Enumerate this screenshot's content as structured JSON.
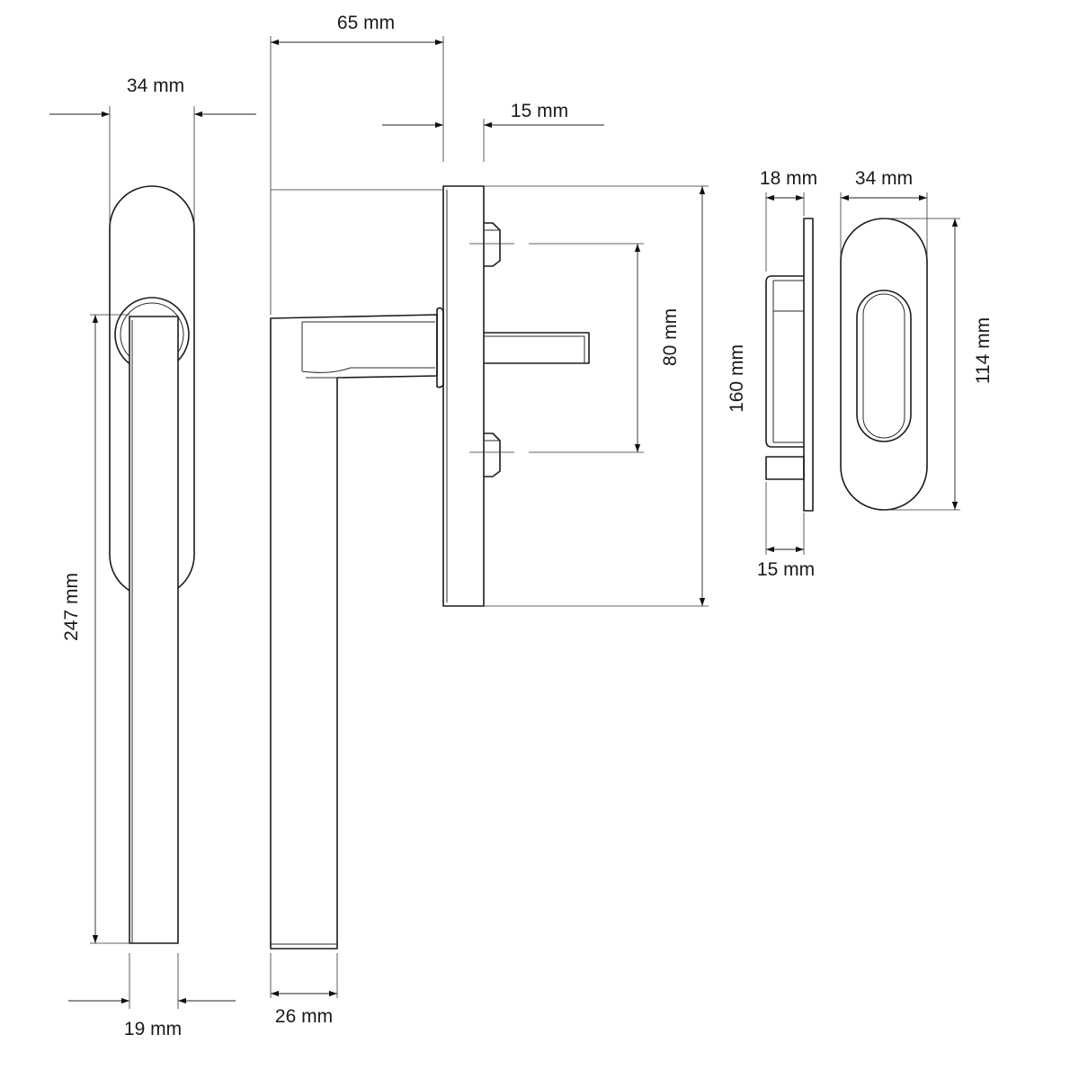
{
  "dimensions": {
    "front_width": "34 mm",
    "handle_length": "247 mm",
    "lever_width": "19 mm",
    "projection": "65 mm",
    "spindle_length": "15 mm",
    "screw_spacing": "80 mm",
    "plate_height": "160 mm",
    "lever_depth": "26 mm",
    "rose_depth": "18 mm",
    "spindle_offset": "15 mm",
    "rose_width": "34 mm",
    "rose_height": "114 mm"
  }
}
